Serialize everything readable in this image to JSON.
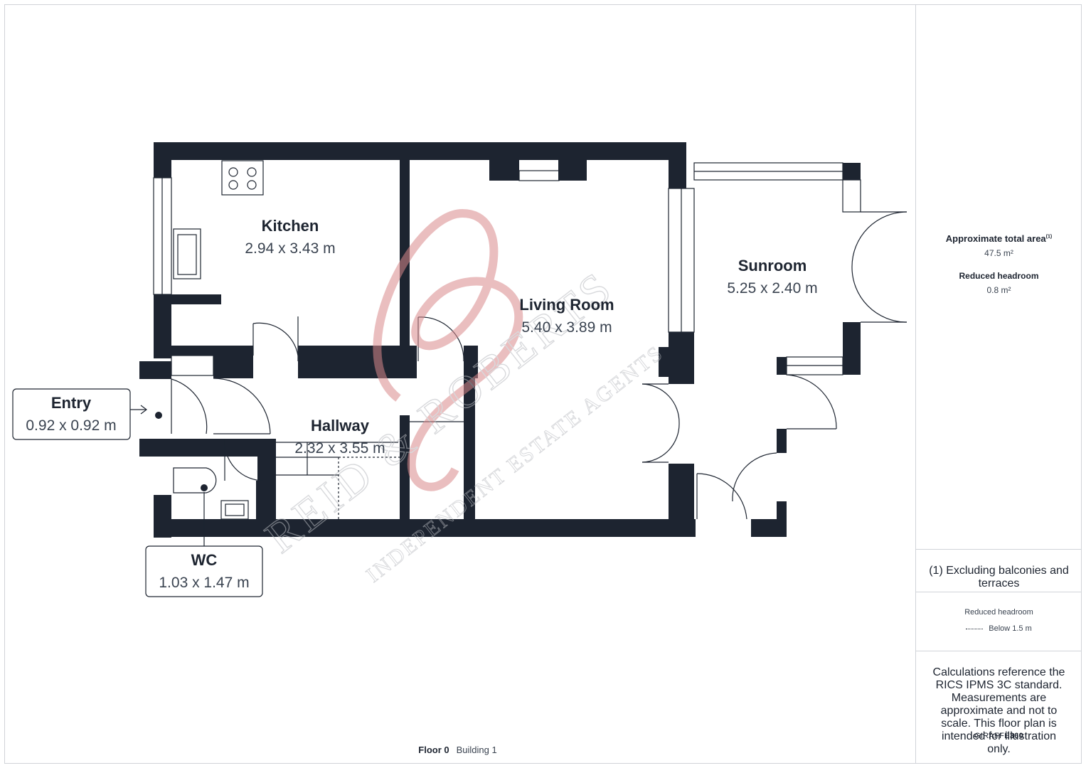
{
  "rooms": {
    "kitchen": {
      "name": "Kitchen",
      "dims": "2.94 x 3.43 m"
    },
    "living": {
      "name": "Living Room",
      "dims": "5.40 x 3.89 m"
    },
    "sunroom": {
      "name": "Sunroom",
      "dims": "5.25 x 2.40 m"
    },
    "hallway": {
      "name": "Hallway",
      "dims": "2.32 x 3.55 m"
    },
    "entry": {
      "name": "Entry",
      "dims": "0.92 x 0.92 m"
    },
    "wc": {
      "name": "WC",
      "dims": "1.03 x 1.47 m"
    }
  },
  "watermark": {
    "line1": "REID & ROBERTS",
    "line2": "INDEPENDENT ESTATE AGENTS"
  },
  "sidebar": {
    "total_area_label": "Approximate total area",
    "total_area_sup": "(1)",
    "total_area_value": "47.5 m²",
    "reduced_label": "Reduced headroom",
    "reduced_value": "0.8 m²",
    "footnote": "(1) Excluding balconies and terraces",
    "legend_title": "Reduced headroom",
    "legend_item": "Below 1.5 m",
    "disclaimer": "Calculations reference the RICS IPMS 3C standard. Measurements are approximate and not to scale. This floor plan is intended for illustration only.",
    "brand_a": "GIRAFFE",
    "brand_b": "360"
  },
  "footer": {
    "floor": "Floor 0",
    "building": "Building 1"
  },
  "colors": {
    "wall": "#1d2430",
    "text": "#1d2430",
    "subtext": "#3a4350",
    "watermark": "#d9898b"
  }
}
